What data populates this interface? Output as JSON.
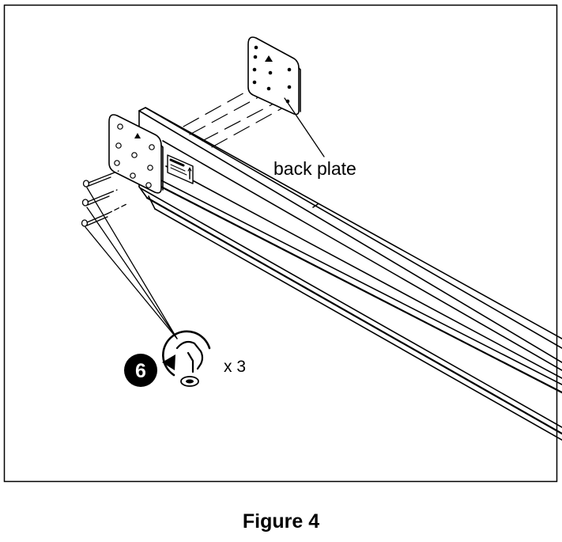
{
  "diagram": {
    "callout_label": "back plate",
    "step_number": "6",
    "quantity_text": "x 3",
    "caption": "Figure 4",
    "line_color": "#000000",
    "background_color": "#ffffff",
    "icons": [
      "bolt-icon",
      "allen-key-icon",
      "rotate-arrow-icon",
      "screw-icon",
      "warning-label-icon"
    ]
  }
}
